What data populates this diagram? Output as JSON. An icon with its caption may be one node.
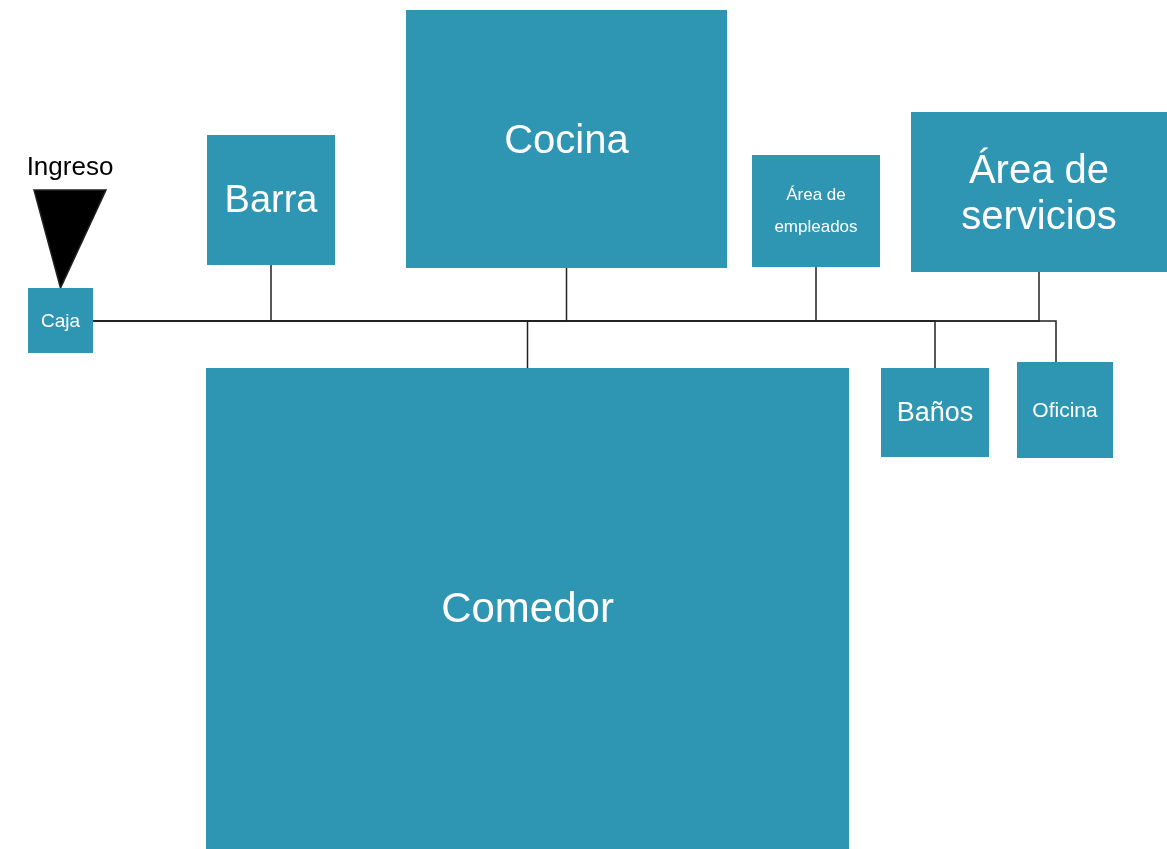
{
  "diagram": {
    "nodes": [
      {
        "text": [
          "Ingreso"
        ]
      },
      {
        "text": [
          "Barra"
        ]
      },
      {
        "text": [
          "Cocina"
        ]
      },
      {
        "text": [
          "Área de empleados"
        ]
      },
      {
        "text": [
          "Área de servicios"
        ]
      },
      {
        "text": [
          "Caja"
        ]
      },
      {
        "text": [
          "Baños"
        ]
      },
      {
        "text": [
          "Oficina"
        ]
      },
      {
        "text": [
          "Comedor"
        ]
      }
    ],
    "edges": [
      {
        "from": 0,
        "to": 5,
        "arrow": "to"
      },
      {
        "from": 5,
        "to": 1,
        "arrow": "none"
      },
      {
        "from": 5,
        "to": 2,
        "arrow": "none"
      },
      {
        "from": 5,
        "to": 8,
        "arrow": "none"
      },
      {
        "from": 5,
        "to": 3,
        "arrow": "none"
      },
      {
        "from": 5,
        "to": 6,
        "arrow": "none"
      },
      {
        "from": 5,
        "to": 4,
        "arrow": "none"
      },
      {
        "from": 5,
        "to": 7,
        "arrow": "none"
      }
    ]
  }
}
